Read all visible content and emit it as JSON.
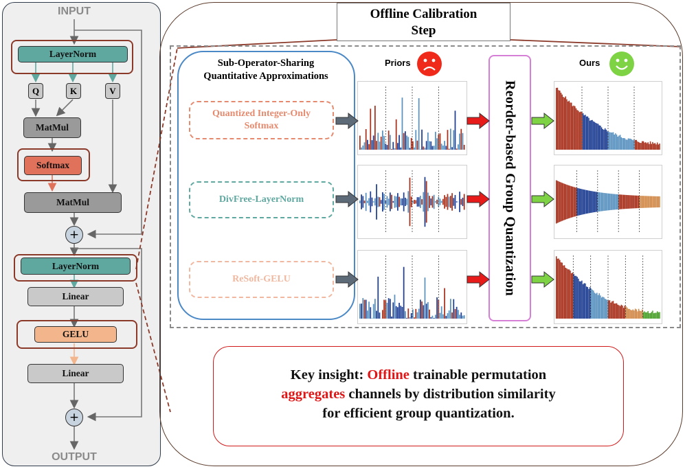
{
  "left": {
    "input_label": "INPUT",
    "output_label": "OUTPUT",
    "layernorm1": "LayerNorm",
    "q": "Q",
    "k": "K",
    "v": "V",
    "matmul1": "MatMul",
    "softmax": "Softmax",
    "matmul2": "MatMul",
    "plus": "+",
    "layernorm2": "LayerNorm",
    "linear1": "Linear",
    "gelu": "GELU",
    "linear2": "Linear"
  },
  "right": {
    "calibration_title_line1": "Offline Calibration",
    "calibration_title_line2": "Step",
    "approx_title_line1": "Sub-Operator-Sharing",
    "approx_title_line2": "Quantitative Approximations",
    "op1_line1": "Quantized Integer-Only",
    "op1_line2": "Softmax",
    "op2": "DivFree-LayerNorm",
    "op3": "ReSoft-GELU",
    "priors_label": "Priors",
    "ours_label": "Ours",
    "reorder_label": "Reorder-based Group Quantization"
  },
  "insight": {
    "prefix": "Key insight: ",
    "highlight1": "Offline",
    "mid1": " trainable permutation",
    "highlight2": "aggregates",
    "mid2": " channels by distribution similarity",
    "line3": "for efficient group quantization."
  },
  "colors": {
    "layernorm": "#5fa8a0",
    "softmax": "#e0715b",
    "gelu": "#f3b58c",
    "op_softmax": "#e58a6e",
    "op_layernorm": "#5fa8a0",
    "op_gelu": "#f0b8a0",
    "approx_border": "#4a88c6",
    "reorder_border": "#d67fd6",
    "insight_red": "#e01616",
    "plot_red": "#a8321e",
    "plot_blue": "#1f3f93",
    "plot_lightblue": "#5a92c0",
    "plot_orange": "#d18a4a",
    "plot_green": "#4aa02a"
  }
}
